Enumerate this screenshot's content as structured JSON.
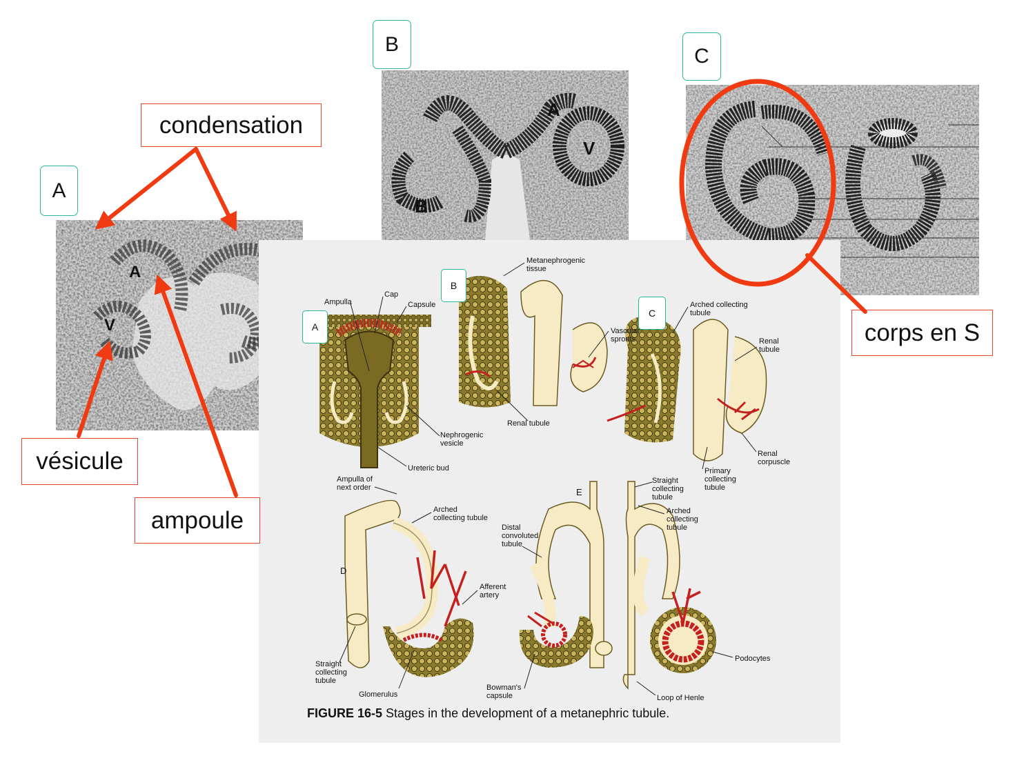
{
  "panels": {
    "a": "A",
    "b": "B",
    "c": "C"
  },
  "callouts": {
    "condensation": "condensation",
    "vesicule": "vésicule",
    "ampoule": "ampoule",
    "corps_en_s": "corps en S"
  },
  "micrograph_letters": {
    "a_ampulla": "A",
    "a_vesicle": "V",
    "b_ampulla": "A",
    "b_vesicle": "V",
    "b_body": "B"
  },
  "figure": {
    "tags": {
      "a": "A",
      "b": "B",
      "c": "C"
    },
    "stage_letters": {
      "d": "D",
      "e": "E"
    },
    "labels": {
      "ampulla": "Ampulla",
      "cap": "Cap",
      "capsule": "Capsule",
      "nephrogenic_vesicle_1": "Nephrogenic",
      "nephrogenic_vesicle_2": "vesicle",
      "ureteric_bud": "Ureteric bud",
      "metanephrogenic_1": "Metanephrogenic",
      "metanephrogenic_2": "tissue",
      "vascular_1": "Vascular",
      "vascular_2": "sprouts",
      "renal_tubule_b": "Renal tubule",
      "arched_c_1": "Arched collecting",
      "arched_c_2": "tubule",
      "renal_tubule_c_1": "Renal",
      "renal_tubule_c_2": "tubule",
      "renal_corpuscle_1": "Renal",
      "renal_corpuscle_2": "corpuscle",
      "primary_1": "Primary",
      "primary_2": "collecting",
      "primary_3": "tubule",
      "ampulla_next_1": "Ampulla of",
      "ampulla_next_2": "next order",
      "arched_d_1": "Arched",
      "arched_d_2": "collecting tubule",
      "afferent_1": "Afferent",
      "afferent_2": "artery",
      "straight_d_1": "Straight",
      "straight_d_2": "collecting",
      "straight_d_3": "tubule",
      "glomerulus": "Glomerulus",
      "straight_e_1": "Straight",
      "straight_e_2": "collecting",
      "straight_e_3": "tubule",
      "arched_e_1": "Arched",
      "arched_e_2": "collecting",
      "arched_e_3": "tubule",
      "distal_1": "Distal",
      "distal_2": "convoluted",
      "distal_3": "tubule",
      "bowmans_1": "Bowman's",
      "bowmans_2": "capsule",
      "loop_henle": "Loop of Henle",
      "podocytes": "Podocytes"
    },
    "caption_bold": "FIGURE 16-5",
    "caption_text": " Stages in the development of a metanephric tubule."
  },
  "colors": {
    "arrow": "#f03a12",
    "callout_border": "#e8442a",
    "panel_border": "#2bb59a",
    "tubule_fill": "#f6ebc4",
    "tissue_olive": "#8a7a2c",
    "vessel": "#c4201f"
  }
}
